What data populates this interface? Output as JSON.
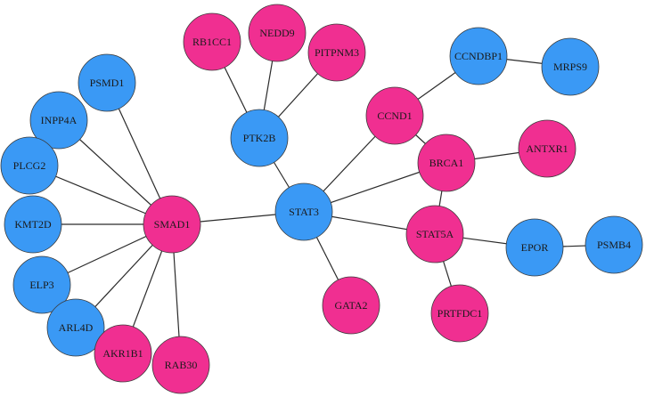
{
  "colors": {
    "blue": "#3a99f5",
    "pink": "#f02f91"
  },
  "nodes": [
    {
      "id": "STAT3",
      "label": "STAT3",
      "color": "blue"
    },
    {
      "id": "SMAD1",
      "label": "SMAD1",
      "color": "pink"
    },
    {
      "id": "PTK2B",
      "label": "PTK2B",
      "color": "blue"
    },
    {
      "id": "RB1CC1",
      "label": "RB1CC1",
      "color": "pink"
    },
    {
      "id": "NEDD9",
      "label": "NEDD9",
      "color": "pink"
    },
    {
      "id": "PITPNM3",
      "label": "PITPNM3",
      "color": "pink"
    },
    {
      "id": "CCND1",
      "label": "CCND1",
      "color": "pink"
    },
    {
      "id": "CCNDBP1",
      "label": "CCNDBP1",
      "color": "blue"
    },
    {
      "id": "MRPS9",
      "label": "MRPS9",
      "color": "blue"
    },
    {
      "id": "BRCA1",
      "label": "BRCA1",
      "color": "pink"
    },
    {
      "id": "ANTXR1",
      "label": "ANTXR1",
      "color": "pink"
    },
    {
      "id": "STAT5A",
      "label": "STAT5A",
      "color": "pink"
    },
    {
      "id": "EPOR",
      "label": "EPOR",
      "color": "blue"
    },
    {
      "id": "PSMB4",
      "label": "PSMB4",
      "color": "blue"
    },
    {
      "id": "PRTFDC1",
      "label": "PRTFDC1",
      "color": "pink"
    },
    {
      "id": "GATA2",
      "label": "GATA2",
      "color": "pink"
    },
    {
      "id": "PSMD1",
      "label": "PSMD1",
      "color": "blue"
    },
    {
      "id": "INPP4A",
      "label": "INPP4A",
      "color": "blue"
    },
    {
      "id": "PLCG2",
      "label": "PLCG2",
      "color": "blue"
    },
    {
      "id": "KMT2D",
      "label": "KMT2D",
      "color": "blue"
    },
    {
      "id": "ELP3",
      "label": "ELP3",
      "color": "blue"
    },
    {
      "id": "ARL4D",
      "label": "ARL4D",
      "color": "blue"
    },
    {
      "id": "AKR1B1",
      "label": "AKR1B1",
      "color": "pink"
    },
    {
      "id": "RAB30",
      "label": "RAB30",
      "color": "pink"
    }
  ],
  "edges": [
    [
      "SMAD1",
      "STAT3"
    ],
    [
      "SMAD1",
      "PSMD1"
    ],
    [
      "SMAD1",
      "INPP4A"
    ],
    [
      "SMAD1",
      "PLCG2"
    ],
    [
      "SMAD1",
      "KMT2D"
    ],
    [
      "SMAD1",
      "ELP3"
    ],
    [
      "SMAD1",
      "ARL4D"
    ],
    [
      "SMAD1",
      "AKR1B1"
    ],
    [
      "SMAD1",
      "RAB30"
    ],
    [
      "PTK2B",
      "RB1CC1"
    ],
    [
      "PTK2B",
      "NEDD9"
    ],
    [
      "PTK2B",
      "PITPNM3"
    ],
    [
      "PTK2B",
      "STAT3"
    ],
    [
      "STAT3",
      "CCND1"
    ],
    [
      "STAT3",
      "BRCA1"
    ],
    [
      "STAT3",
      "STAT5A"
    ],
    [
      "STAT3",
      "GATA2"
    ],
    [
      "CCND1",
      "CCNDBP1"
    ],
    [
      "CCNDBP1",
      "MRPS9"
    ],
    [
      "CCND1",
      "BRCA1"
    ],
    [
      "BRCA1",
      "ANTXR1"
    ],
    [
      "BRCA1",
      "STAT5A"
    ],
    [
      "STAT5A",
      "EPOR"
    ],
    [
      "EPOR",
      "PSMB4"
    ],
    [
      "STAT5A",
      "PRTFDC1"
    ]
  ]
}
